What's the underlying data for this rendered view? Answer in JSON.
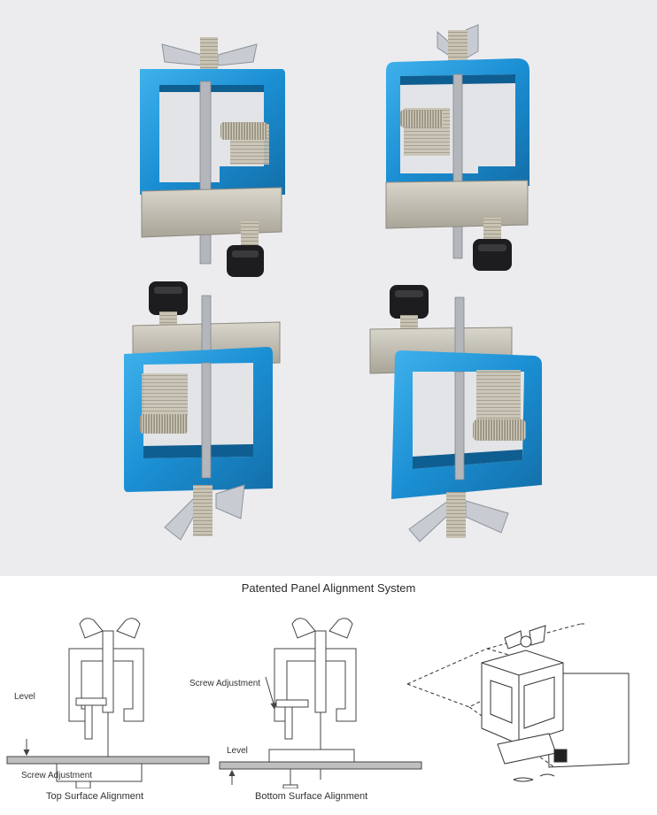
{
  "diagram_section": {
    "title": "Patented Panel Alignment System",
    "left_diagram": {
      "level_label": "Level",
      "screw_label": "Screw Adjustment",
      "caption": "Top Surface Alignment"
    },
    "middle_diagram": {
      "screw_label": "Screw Adjustment",
      "level_label": "Level",
      "caption": "Bottom Surface Alignment"
    }
  },
  "colors": {
    "photo_background": "#ececee",
    "clamp_blue": "#1e94d6",
    "steel_base": "#bdb9ad",
    "screw_black": "#1d1d1f"
  }
}
